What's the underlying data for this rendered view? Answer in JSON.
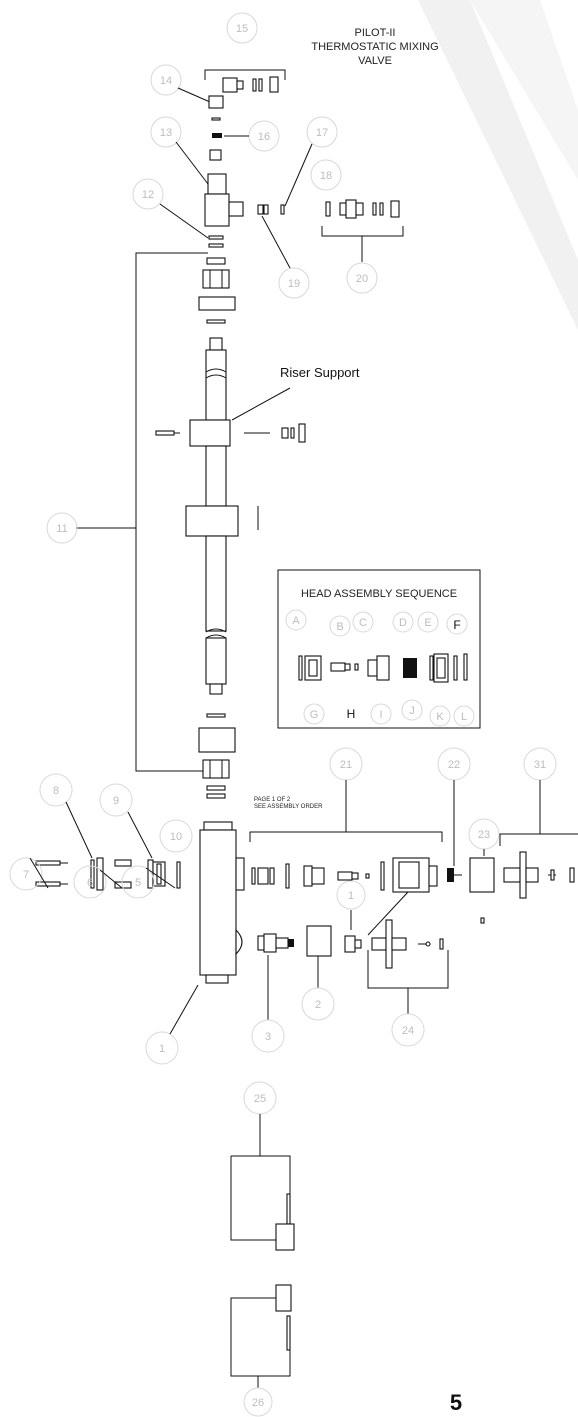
{
  "title": {
    "line1": "PILOT-II",
    "line2": "THERMOSTATIC MIXING",
    "line3": "VALVE"
  },
  "riser_label": "Riser Support",
  "bottom_note": {
    "line1": "PAGE 1 OF 2",
    "line2": "SEE ASSEMBLY ORDER"
  },
  "head_assembly": {
    "title": "HEAD ASSEMBLY SEQUENCE",
    "top_letters": [
      "A",
      "B",
      "C",
      "D",
      "E",
      "F"
    ],
    "bottom_letters": [
      "G",
      "H",
      "I",
      "J",
      "K",
      "L"
    ]
  },
  "callouts": {
    "c1": "1",
    "c2": "2",
    "c3": "3",
    "c5": "5",
    "c6": "6",
    "c7": "7",
    "c8": "8",
    "c9": "9",
    "c10": "10",
    "c11": "11",
    "c12": "12",
    "c13": "13",
    "c14": "14",
    "c15": "15",
    "c16": "16",
    "c17": "17",
    "c18": "18",
    "c19": "19",
    "c20": "20",
    "c21": "21",
    "c22": "22",
    "c23": "23",
    "c24": "24",
    "c25": "25",
    "c26": "26",
    "c31": "31",
    "cI": "1"
  },
  "page_number": "5",
  "watermark": "WW",
  "colors": {
    "ink": "#111111",
    "callout": "#bdbdbd",
    "watermark": "#f1f1f1"
  }
}
